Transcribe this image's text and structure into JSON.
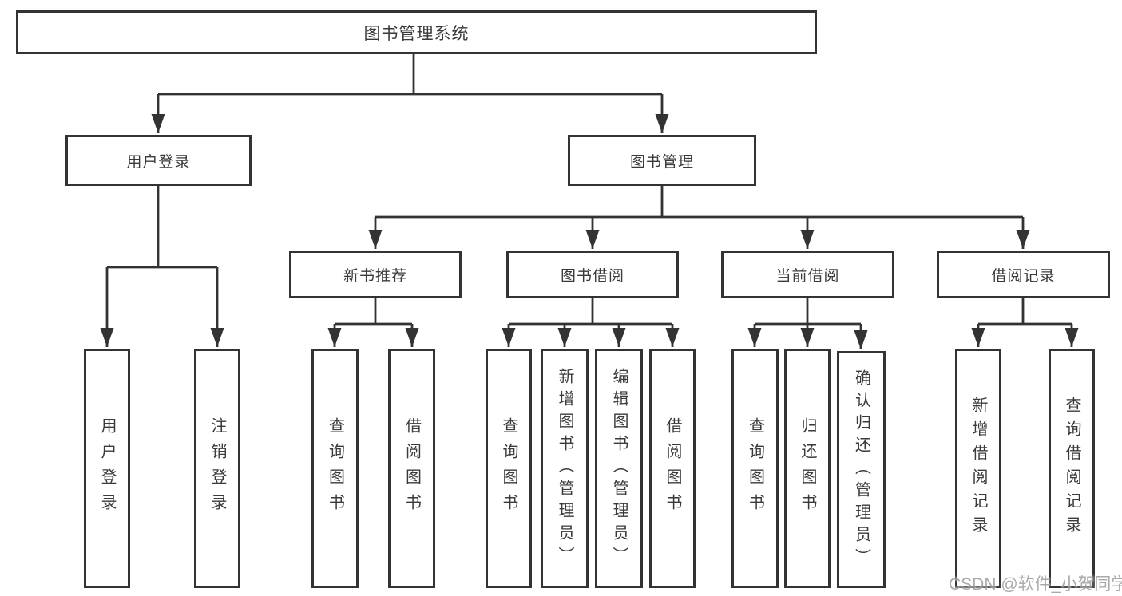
{
  "colors": {
    "line": "#333333",
    "text": "#3a3a3a",
    "watermark": "#9c9c9c"
  },
  "watermark": "CSDN @软件_小贺同学",
  "diagram": {
    "root": {
      "label": "图书管理系统"
    },
    "branches": [
      {
        "label": "用户登录",
        "children": [
          {
            "label": "用户登录"
          },
          {
            "label": "注销登录"
          }
        ]
      },
      {
        "label": "图书管理",
        "children": [
          {
            "label": "新书推荐",
            "children": [
              {
                "label": "查询图书"
              },
              {
                "label": "借阅图书"
              }
            ]
          },
          {
            "label": "图书借阅",
            "children": [
              {
                "label": "查询图书"
              },
              {
                "label": "新增图书（管理员）"
              },
              {
                "label": "编辑图书（管理员）"
              },
              {
                "label": "借阅图书"
              }
            ]
          },
          {
            "label": "当前借阅",
            "children": [
              {
                "label": "查询图书"
              },
              {
                "label": "归还图书"
              },
              {
                "label": "确认归还（管理员）"
              }
            ]
          },
          {
            "label": "借阅记录",
            "children": [
              {
                "label": "新增借阅记录"
              },
              {
                "label": "查询借阅记录"
              }
            ]
          }
        ]
      }
    ]
  }
}
